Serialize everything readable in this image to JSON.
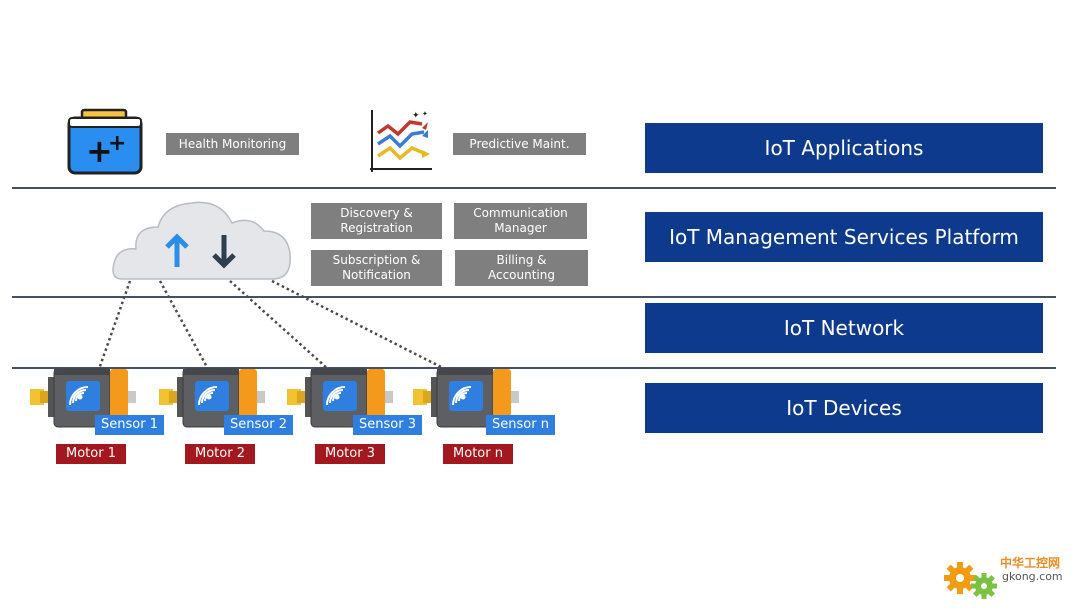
{
  "layers": {
    "applications": "IoT Applications",
    "management": "IoT Management Services Platform",
    "network": "IoT Network",
    "devices": "IoT Devices"
  },
  "apps": {
    "health": "Health Monitoring",
    "predictive": "Predictive Maint."
  },
  "services": {
    "discovery": "Discovery & Registration",
    "communication": "Communication Manager",
    "subscription": "Subscription & Notification",
    "billing": "Billing & Accounting"
  },
  "devices": [
    {
      "sensor": "Sensor 1",
      "motor": "Motor 1"
    },
    {
      "sensor": "Sensor 2",
      "motor": "Motor 2"
    },
    {
      "sensor": "Sensor 3",
      "motor": "Motor 3"
    },
    {
      "sensor": "Sensor n",
      "motor": "Motor n"
    }
  ],
  "watermark": {
    "title": "中华工控网",
    "url": "gkong.com"
  },
  "colors": {
    "layer_bg": "#0e3a8e",
    "service_bg": "#7f7f7f",
    "sensor_bg": "#2f7fe0",
    "motor_label_bg": "#a3171e"
  },
  "icons": [
    "battery-plus-icon",
    "trend-chart-icon",
    "cloud-icon",
    "upload-arrow-icon",
    "download-arrow-icon",
    "gear-icon"
  ]
}
